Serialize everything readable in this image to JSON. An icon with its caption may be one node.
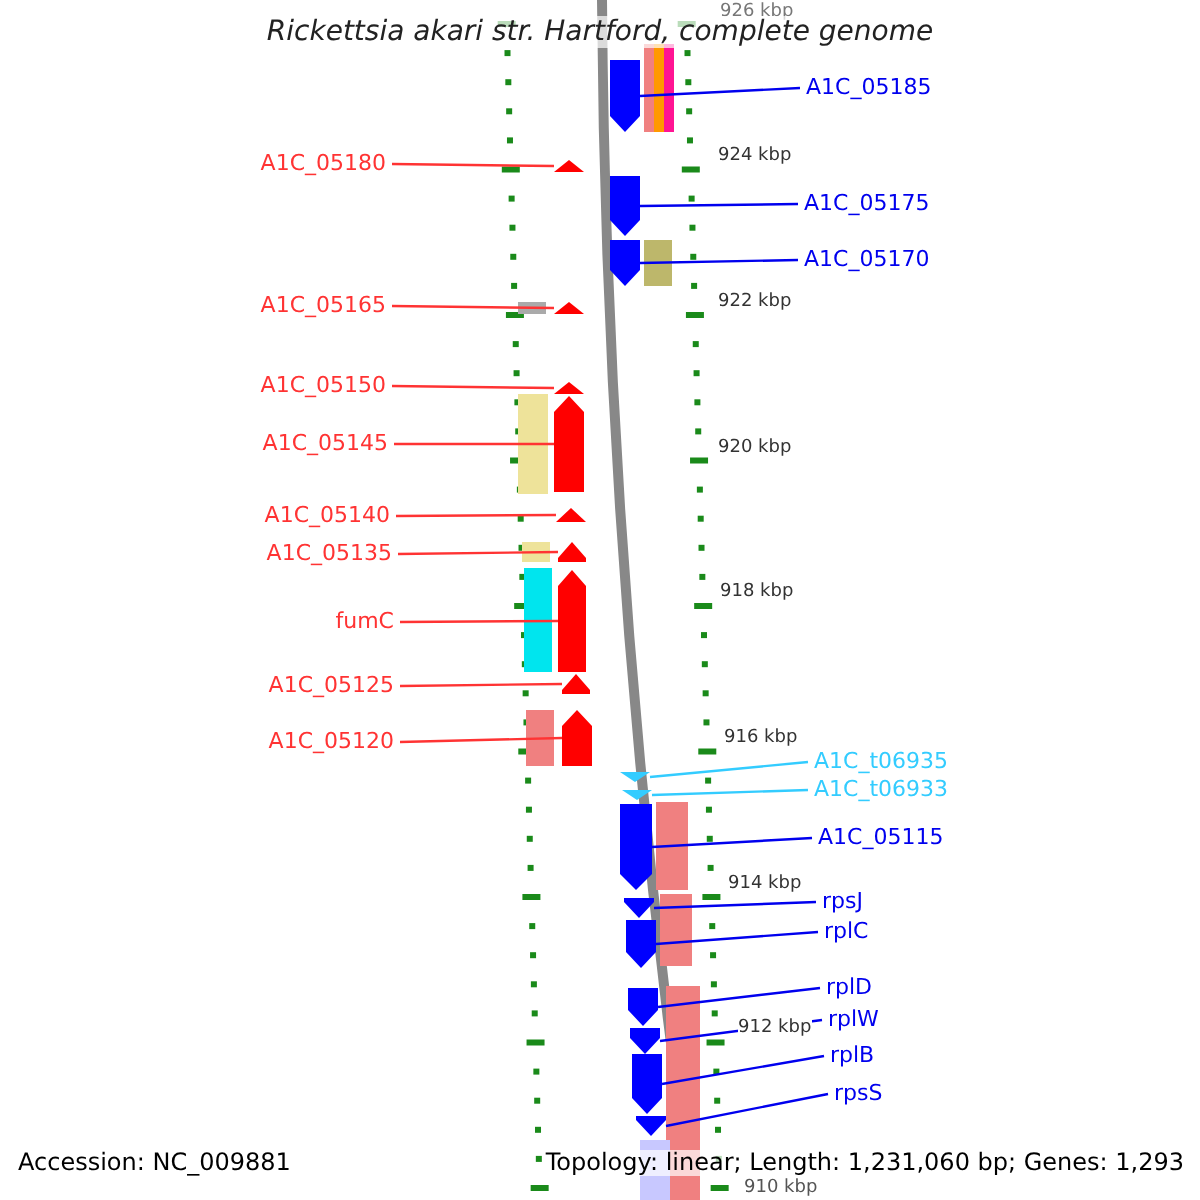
{
  "diagram": {
    "title": "Rickettsia akari str. Hartford, complete genome",
    "nodes": [
      {
        "text": [
          "A1C_05185"
        ]
      },
      {
        "text": [],
        "shape": "pentagon"
      },
      {
        "text": [
          "A1C_05180"
        ]
      },
      {
        "text": [],
        "shape": "triangle"
      },
      {
        "text": [
          "A1C_05175"
        ]
      },
      {
        "text": [],
        "shape": "pentagon"
      },
      {
        "text": [
          "A1C_05170"
        ]
      },
      {
        "text": [],
        "shape": "pentagon"
      },
      {
        "text": [
          "A1C_05165"
        ]
      },
      {
        "text": [],
        "shape": "triangle"
      },
      {
        "text": [
          "A1C_05150"
        ]
      },
      {
        "text": [],
        "shape": "triangle"
      },
      {
        "text": [
          "A1C_05145"
        ]
      },
      {
        "text": [],
        "shape": "pentagon"
      },
      {
        "text": [
          "A1C_05140"
        ]
      },
      {
        "text": [],
        "shape": "triangle"
      },
      {
        "text": [
          "A1C_05135"
        ]
      },
      {
        "text": [],
        "shape": "pentagon"
      },
      {
        "text": [
          "fumC"
        ]
      },
      {
        "text": [],
        "shape": "pentagon"
      },
      {
        "text": [
          "A1C_05125"
        ]
      },
      {
        "text": [],
        "shape": "pentagon"
      },
      {
        "text": [
          "A1C_05120"
        ]
      },
      {
        "text": [],
        "shape": "pentagon"
      },
      {
        "text": [
          "A1C_t06935"
        ]
      },
      {
        "text": [],
        "shape": "triangle"
      },
      {
        "text": [
          "A1C_t06933"
        ]
      },
      {
        "text": [],
        "shape": "triangle"
      },
      {
        "text": [
          "A1C_05115"
        ]
      },
      {
        "text": [],
        "shape": "pentagon"
      },
      {
        "text": [
          "rpsJ"
        ]
      },
      {
        "text": [],
        "shape": "pentagon"
      },
      {
        "text": [
          "rplC"
        ]
      },
      {
        "text": [],
        "shape": "pentagon"
      },
      {
        "text": [
          "rplD"
        ]
      },
      {
        "text": [],
        "shape": "pentagon"
      },
      {
        "text": [
          "rplW"
        ]
      },
      {
        "text": [],
        "shape": "pentagon"
      },
      {
        "text": [
          "rplB"
        ]
      },
      {
        "text": [],
        "shape": "pentagon"
      },
      {
        "text": [
          "rpsS"
        ]
      },
      {
        "text": [],
        "shape": "pentagon"
      }
    ],
    "edges": [
      {
        "from": 0,
        "to": 1,
        "arrow": "none"
      },
      {
        "from": 2,
        "to": 3,
        "arrow": "none",
        "color": "#ff3333"
      },
      {
        "from": 4,
        "to": 5,
        "arrow": "none"
      },
      {
        "from": 6,
        "to": 7,
        "arrow": "none"
      },
      {
        "from": 8,
        "to": 9,
        "arrow": "none",
        "color": "#ff3333"
      },
      {
        "from": 10,
        "to": 11,
        "arrow": "none",
        "color": "#ff3333"
      },
      {
        "from": 12,
        "to": 13,
        "arrow": "none",
        "color": "#ff3333"
      },
      {
        "from": 14,
        "to": 15,
        "arrow": "none",
        "color": "#ff3333"
      },
      {
        "from": 16,
        "to": 17,
        "arrow": "none",
        "color": "#ff3333"
      },
      {
        "from": 18,
        "to": 19,
        "arrow": "none",
        "color": "#ff3333"
      },
      {
        "from": 20,
        "to": 21,
        "arrow": "none",
        "color": "#ff3333"
      },
      {
        "from": 22,
        "to": 23,
        "arrow": "none",
        "color": "#ff3333"
      },
      {
        "from": 24,
        "to": 25,
        "arrow": "none",
        "color": "#33ccff"
      },
      {
        "from": 26,
        "to": 27,
        "arrow": "none",
        "color": "#33ccff"
      },
      {
        "from": 28,
        "to": 29,
        "arrow": "none"
      },
      {
        "from": 30,
        "to": 31,
        "arrow": "none"
      },
      {
        "from": 32,
        "to": 33,
        "arrow": "none"
      },
      {
        "from": 34,
        "to": 35,
        "arrow": "none"
      },
      {
        "from": 36,
        "to": 37,
        "arrow": "none"
      },
      {
        "from": 38,
        "to": 39,
        "arrow": "none"
      },
      {
        "from": 40,
        "to": 41,
        "arrow": "none"
      }
    ],
    "labels": [
      "926 kbp",
      "924 kbp",
      "922 kbp",
      "920 kbp",
      "918 kbp",
      "916 kbp",
      "914 kbp",
      "912 kbp",
      "910 kbp",
      "Accession: NC_009881",
      "Topology: linear; Length: 1,231,060 bp; Genes: 1,293"
    ]
  }
}
